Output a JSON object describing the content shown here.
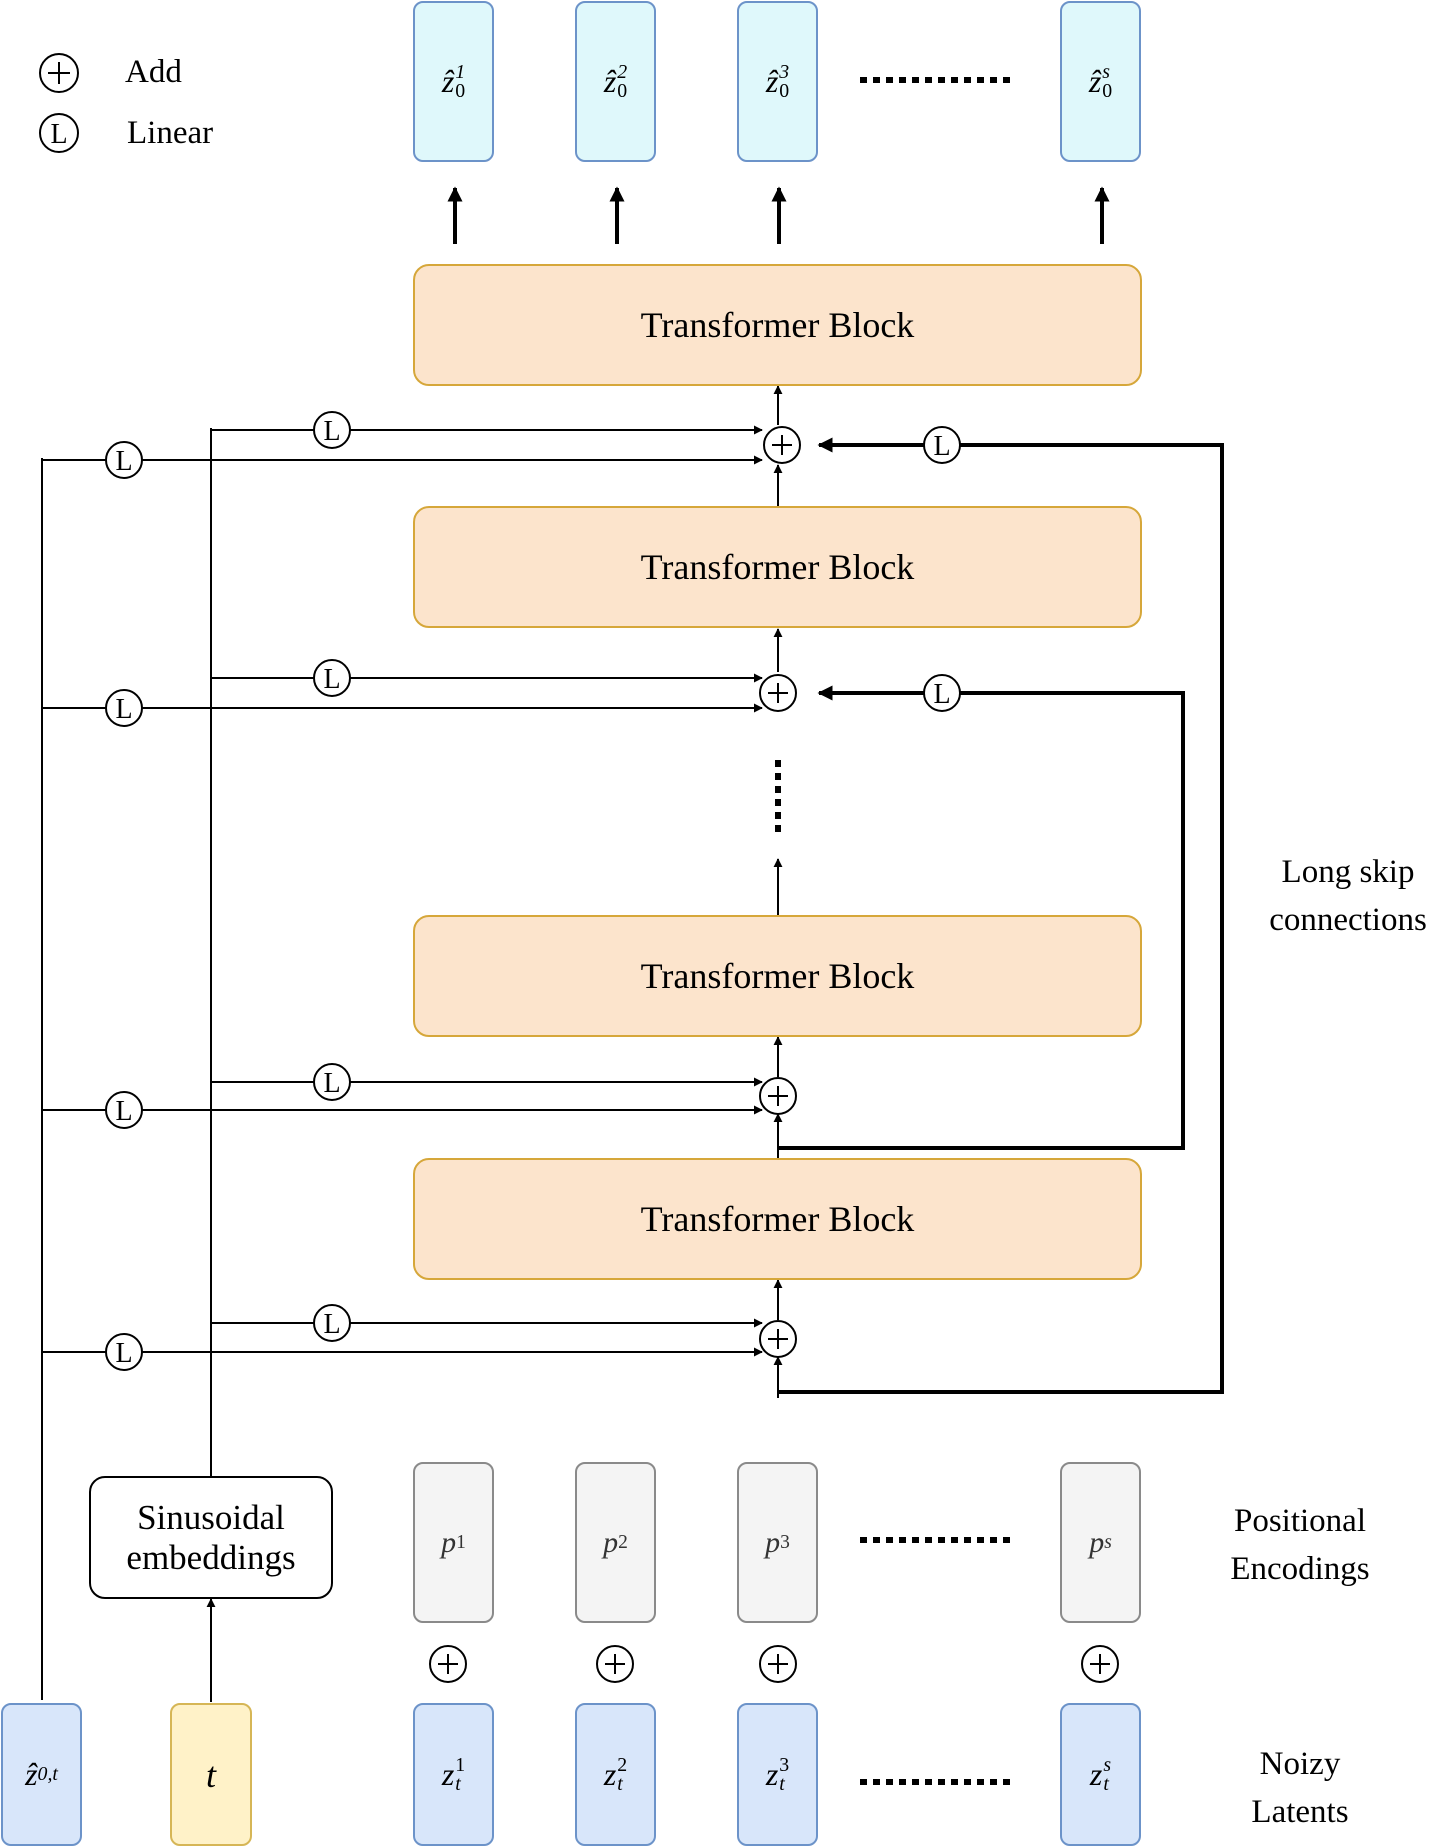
{
  "legend": {
    "add_label": "Add",
    "linear_label": "Linear",
    "linear_symbol": "L"
  },
  "blocks": {
    "transformer_label": "Transformer Block"
  },
  "outputs": {
    "base": "ẑ",
    "sub": "0",
    "tokens": [
      {
        "sup": "1"
      },
      {
        "sup": "2"
      },
      {
        "sup": "3"
      },
      {
        "sup": "s"
      }
    ]
  },
  "positional": {
    "label_line1": "Positional",
    "label_line2": "Encodings",
    "base": "p",
    "tokens": [
      {
        "sub": "1"
      },
      {
        "sub": "2"
      },
      {
        "sub": "3"
      },
      {
        "sub": "s"
      }
    ]
  },
  "latents": {
    "label_line1": "Noizy",
    "label_line2": "Latents",
    "base": "z",
    "sub": "t",
    "tokens": [
      {
        "sup": "1"
      },
      {
        "sup": "2"
      },
      {
        "sup": "3"
      },
      {
        "sup": "s"
      }
    ]
  },
  "conditioning": {
    "z0t_base": "ẑ",
    "z0t_sub": "0,t",
    "t_label": "t",
    "sinusoidal_line1": "Sinusoidal",
    "sinusoidal_line2": "embeddings"
  },
  "skip": {
    "label_line1": "Long skip",
    "label_line2": "connections"
  },
  "colors": {
    "transformer_fill": "#fce4cc",
    "transformer_border": "#d6a73a",
    "output_fill": "#dff8fb",
    "latent_fill": "#d8e6fa",
    "token_border": "#6c93c9",
    "positional_fill": "#f4f4f4",
    "t_fill": "#fff2c8"
  }
}
